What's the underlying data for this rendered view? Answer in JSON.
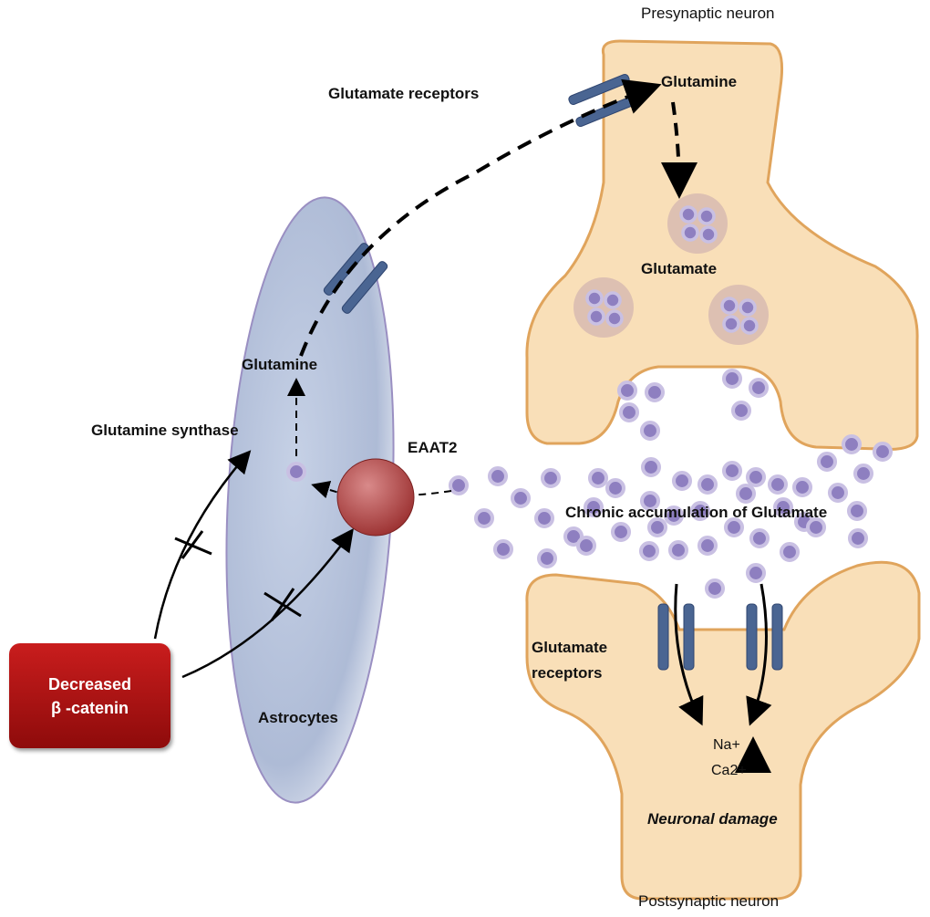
{
  "labels": {
    "presynaptic": "Presynaptic neuron",
    "glutamate_receptors_top": "Glutamate receptors",
    "glutamine_pre": "Glutamine",
    "glutamate_vesicle": "Glutamate",
    "glutamine_astro": "Glutamine",
    "glutamine_synthase": "Glutamine synthase",
    "eaat2": "EAAT2",
    "chronic": "Chronic accumulation of Glutamate",
    "glutamate_receptors_post_1": "Glutamate",
    "glutamate_receptors_post_2": "receptors",
    "na": "Na+",
    "ca": "Ca2+",
    "neuronal_damage": "Neuronal damage",
    "astrocytes": "Astrocytes",
    "postsynaptic": "Postsynaptic neuron"
  },
  "box": {
    "line1": "Decreased",
    "line2": "β -catenin"
  },
  "colors": {
    "neuron_fill": "#f9dfb8",
    "neuron_border": "#e0a45c",
    "box": "#b31414",
    "eaat2": "#b04a4a",
    "glutamate": "#9a8cc4",
    "receptor": "#4a6592",
    "astrocyte": "#b7c4dc"
  }
}
